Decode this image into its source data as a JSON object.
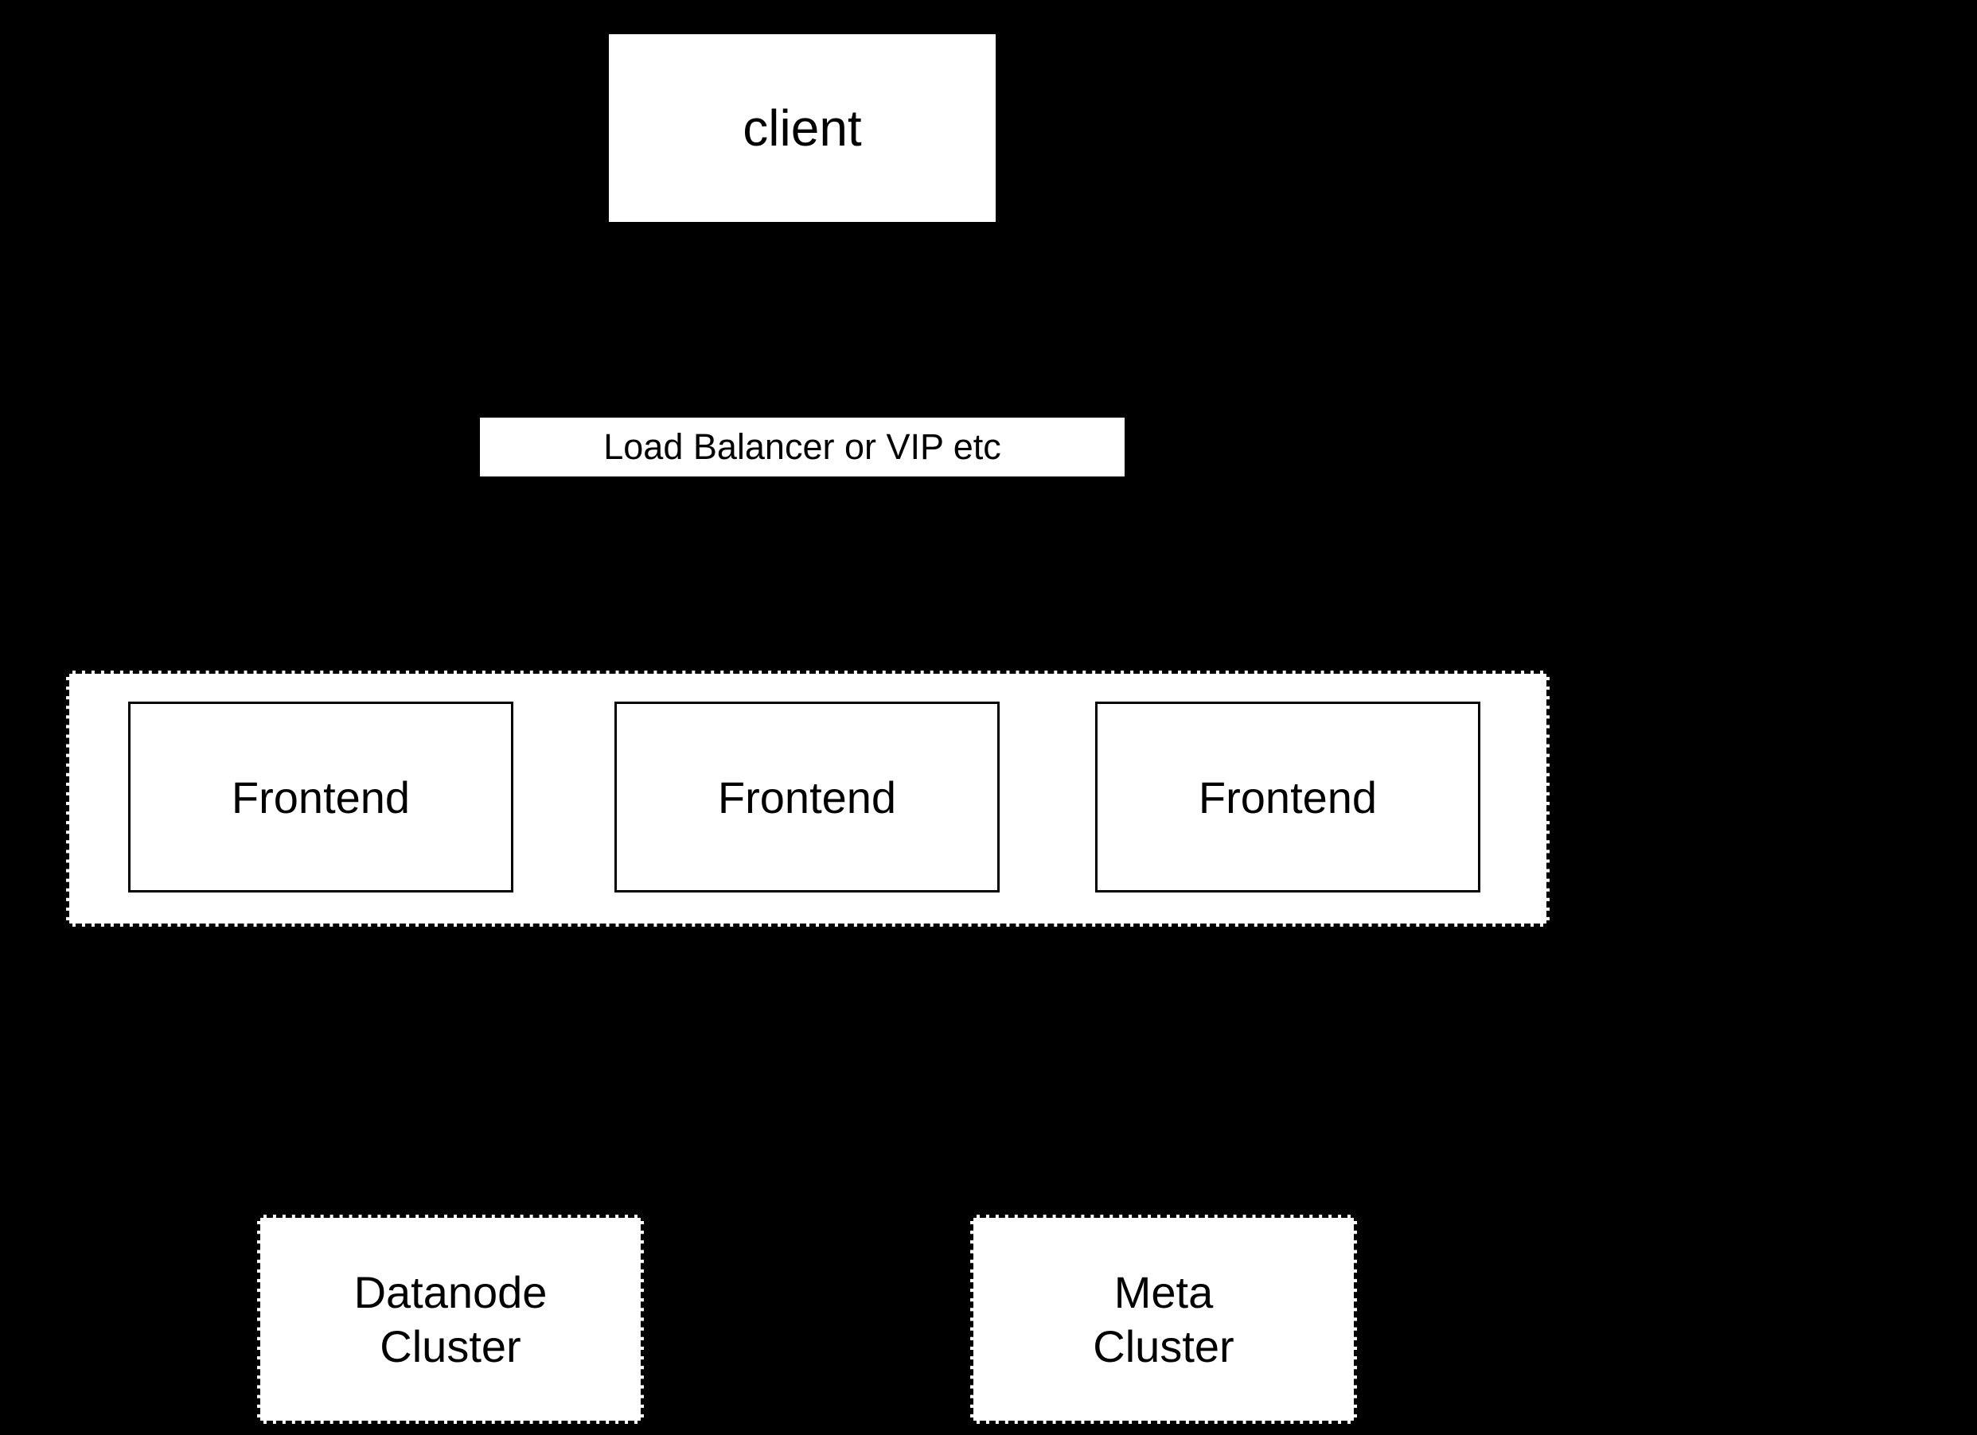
{
  "colors": {
    "background": "#000000",
    "node_fill": "#ffffff",
    "border": "#000000",
    "text": "#000000"
  },
  "nodes": {
    "client": {
      "label": "client"
    },
    "load_balancer": {
      "label": "Load Balancer or VIP etc"
    },
    "frontend_group": {
      "frontends": [
        {
          "label": "Frontend"
        },
        {
          "label": "Frontend"
        },
        {
          "label": "Frontend"
        }
      ]
    },
    "datanode_cluster": {
      "line1": "Datanode",
      "line2": "Cluster"
    },
    "meta_cluster": {
      "line1": "Meta",
      "line2": "Cluster"
    }
  }
}
